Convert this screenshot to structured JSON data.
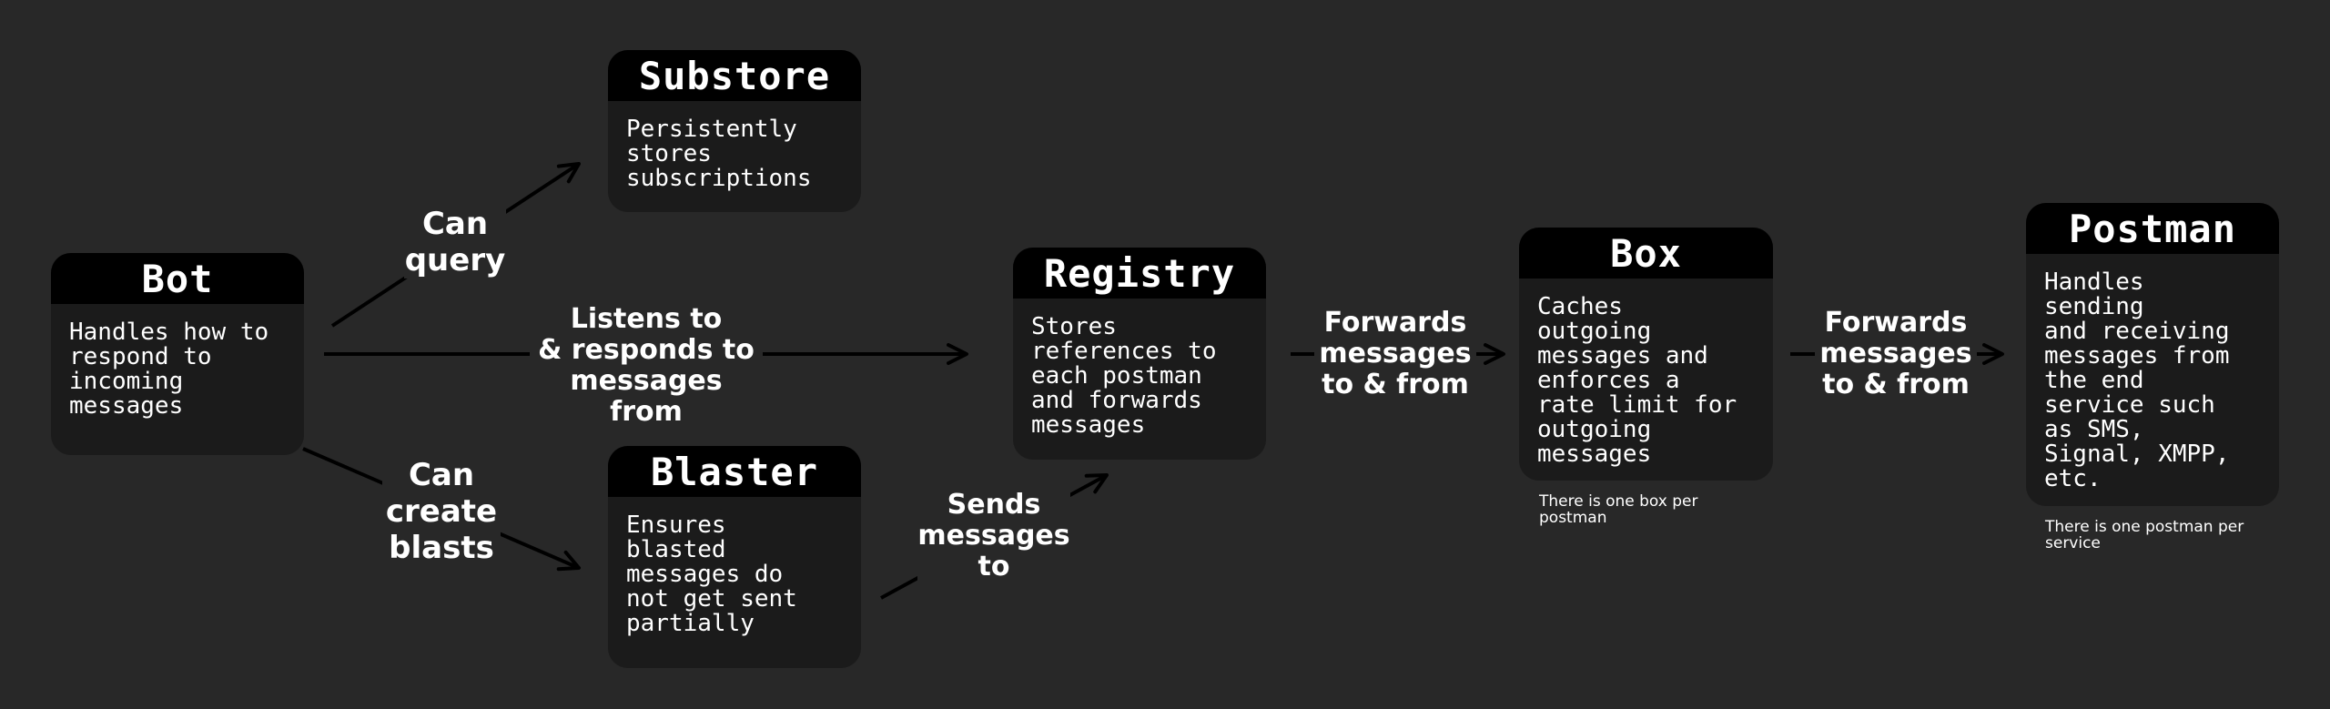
{
  "nodes": {
    "bot": {
      "title": "Bot",
      "body": "Handles how to\nrespond to\nincoming\nmessages"
    },
    "substore": {
      "title": "Substore",
      "body": "Persistently\nstores\nsubscriptions"
    },
    "blaster": {
      "title": "Blaster",
      "body": "Ensures\nblasted\nmessages do\nnot get sent\npartially"
    },
    "registry": {
      "title": "Registry",
      "body": "Stores\nreferences to\neach postman\nand forwards\nmessages"
    },
    "box": {
      "title": "Box",
      "body": "Caches\noutgoing\nmessages and\nenforces a\nrate limit for\noutgoing\nmessages"
    },
    "postman": {
      "title": "Postman",
      "body": "Handles\nsending\nand receiving\nmessages from\nthe end\nservice such\nas SMS,\nSignal, XMPP,\netc."
    }
  },
  "edges": {
    "bot_substore": "Can\nquery",
    "bot_registry": "Listens to\n& responds to\nmessages from",
    "bot_blaster": "Can\ncreate\nblasts",
    "blaster_registry": "Sends\nmessages\nto",
    "registry_box": "Forwards\nmessages\nto & from",
    "box_postman": "Forwards\nmessages\nto & from"
  },
  "notes": {
    "box": "There is one box per\npostman",
    "postman": "There is one postman per\nservice"
  }
}
